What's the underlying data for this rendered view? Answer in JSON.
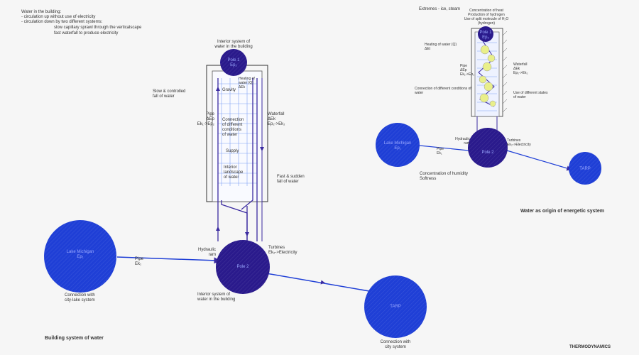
{
  "intro": {
    "line1": "Water in the building:",
    "line2": "- circulation up without use of electricity",
    "line3": "- circulation down by two different systems:",
    "line4": "slow capillary sprawl through the verticalscape",
    "line5": "fast waterfall to produce electricity"
  },
  "left": {
    "interior_top": "Interior system of\nwater in the building",
    "pole1": "Pole 1\nEp₂",
    "heating": "Heating of\nwater (Q)\nΔEk",
    "slow_fall": "Slow & controlled\nfall of water",
    "gravity": "Gravity",
    "pipe": "Pipe\nΔEp\nEk₁->Ep₂",
    "connection": "Connection\nof different\nconditions\nof water",
    "waterfall": "Waterfall\nΔEk\nEp₂->Ek₂",
    "supply": "Supply",
    "interior_landscape": "Interior\nlandscape\nof water",
    "fast_fall": "Fast & sudden\nfall of water",
    "hydraulic": "Hydraulic\nram",
    "turbines": "Turbines\nEk₂->Electricity",
    "pole2": "Pole 2",
    "lake": "Lake Michigan\nEp₁",
    "pipe2": "Pipe\nEk₁",
    "conn_city_lake": "Connection with\ncity-lake system",
    "interior_bottom": "Interior system of\nwater in the building",
    "tarp": "TARP",
    "conn_city": "Connection with\ncity system",
    "title": "Building system of water"
  },
  "right": {
    "extremes": "Extremes - ice, steam",
    "concentration_heat": "Concentration of heat\nProduction of hydrogen\nUse of split molecule of H₂O\n(hydrogen)",
    "pole1": "Pole 1\nEp₂",
    "heating": "Heating of water (Q)\nΔEt",
    "pipe": "Pipe\nΔEp\nEk₁->Ep₂",
    "waterfall": "Waterfall\nΔEk\nEp₂->Ek₂",
    "connection": "Connection of different conditions of\nwater",
    "states": "Use of different states\nof water",
    "hydraulic": "Hydraulic\nram",
    "turbines": "Turbines\nEk₂->Electricity",
    "lake": "Lake Michigan\nEp₁",
    "pipe2": "Pipe\nEk₁",
    "pole2": "Pole 2",
    "tarp": "TARP",
    "humidity": "Concentration of humidity\nSoftness",
    "title": "Water as origin of energetic system"
  },
  "footer": {
    "brand": "THERMODYNAMICS"
  },
  "colors": {
    "deep": "#2a1a8c",
    "blue": "#1f3fd6",
    "light": "#4f7cf0",
    "ink": "#3a2aa0",
    "yellow": "#e9ef8a"
  }
}
